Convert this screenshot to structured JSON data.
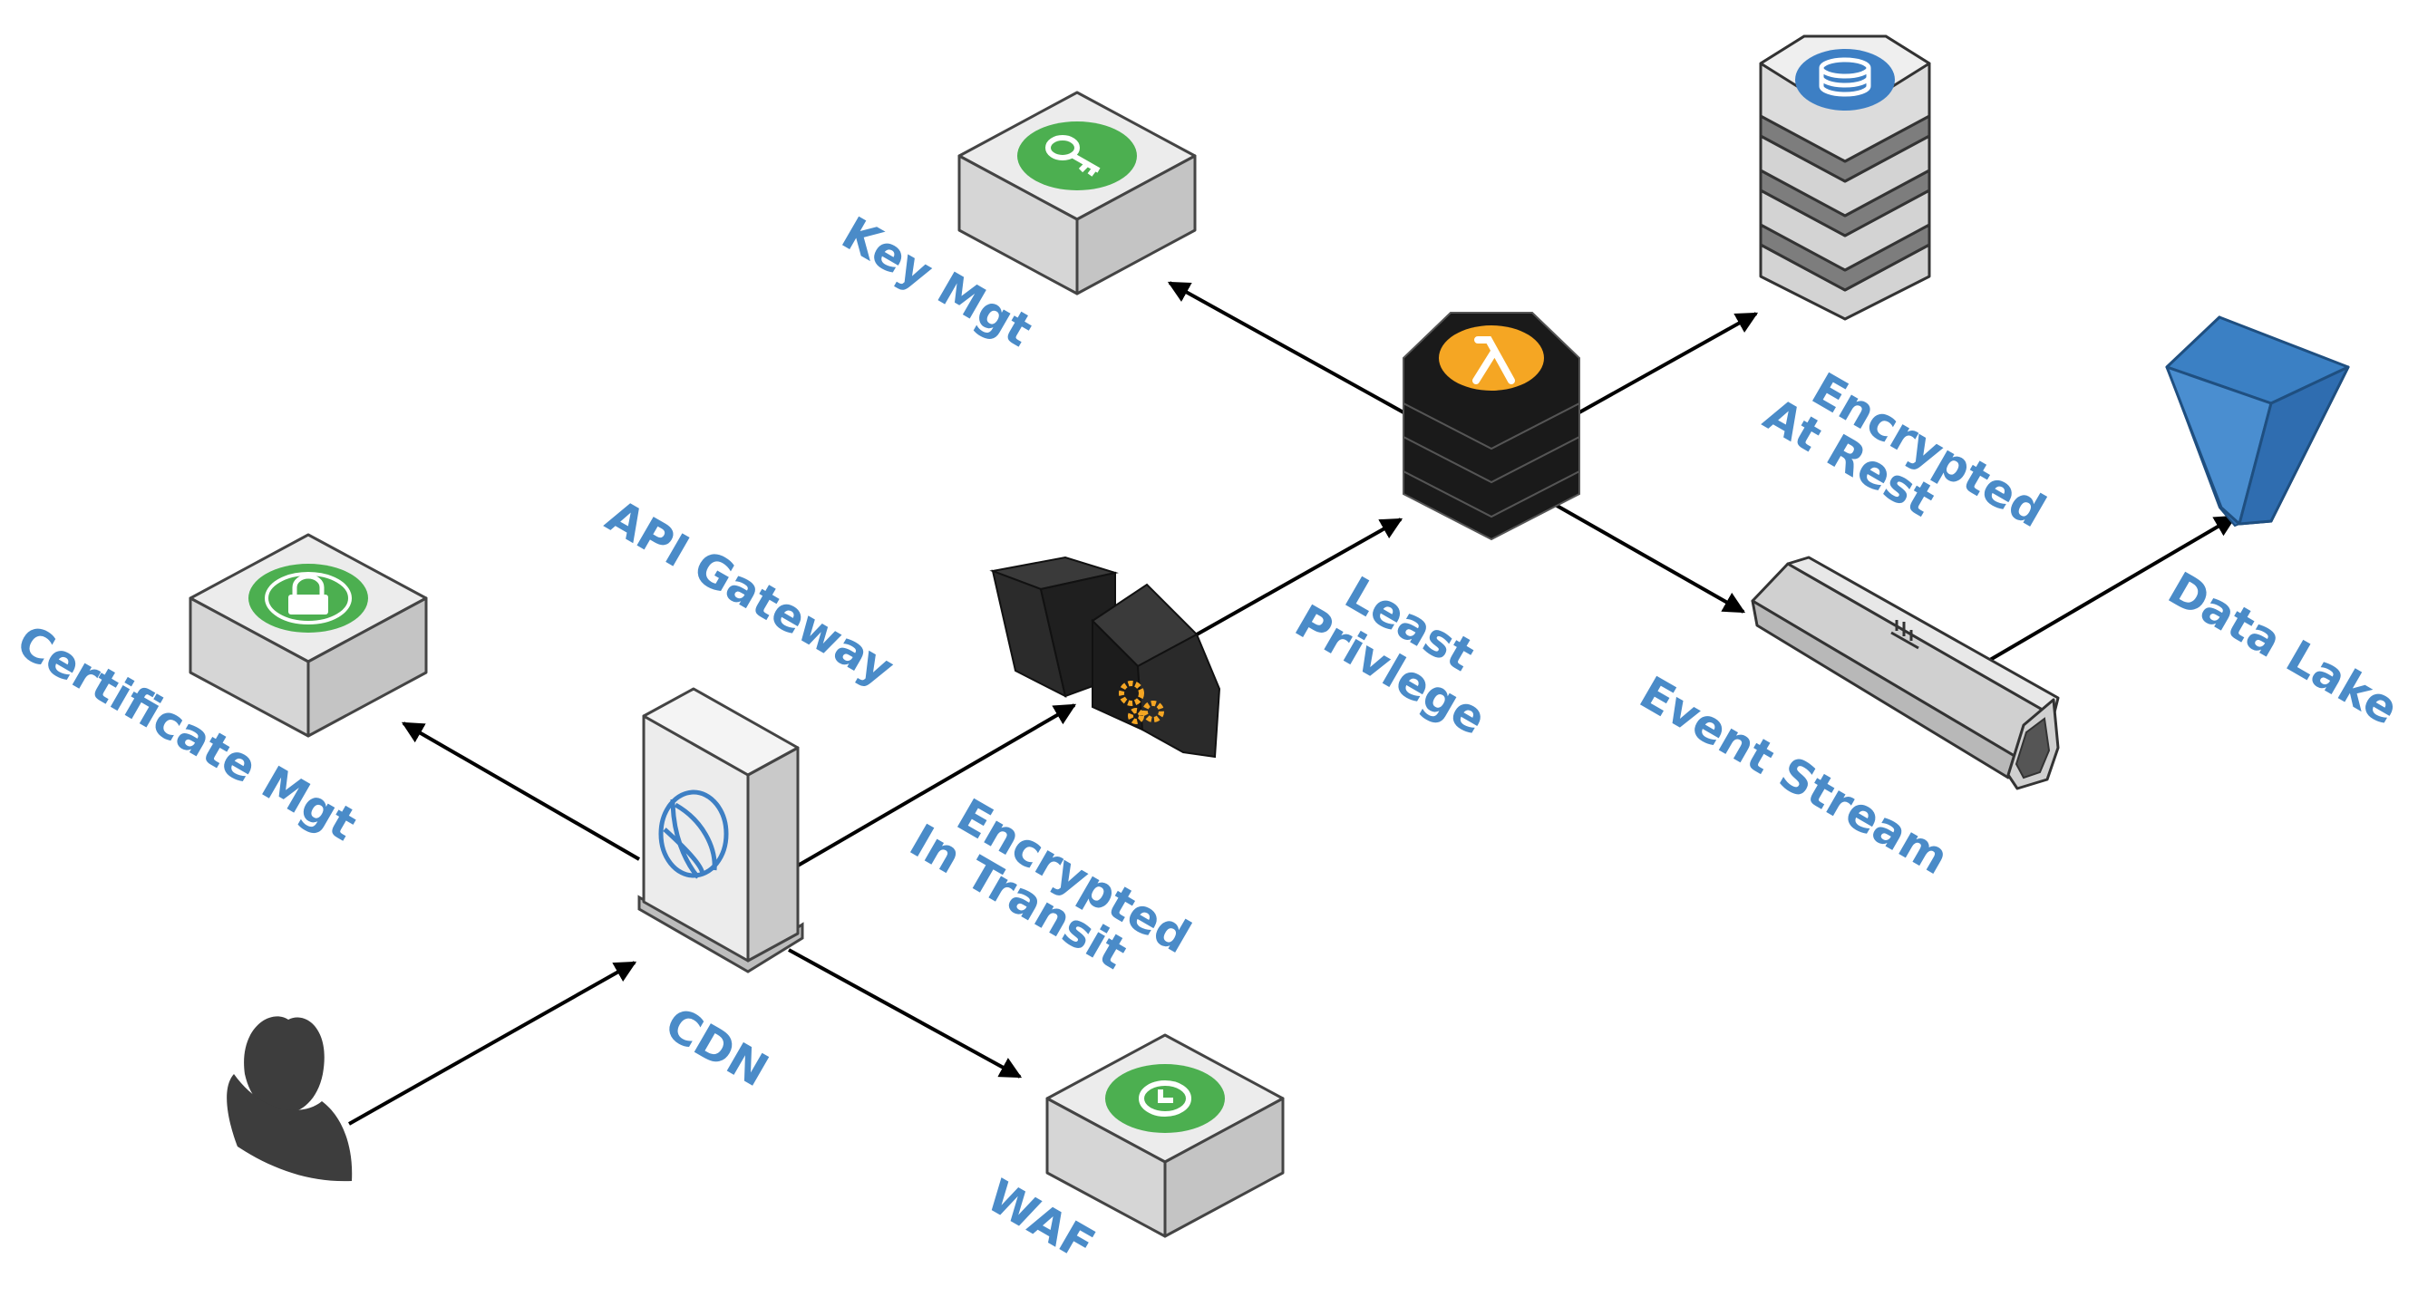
{
  "labels": {
    "key_mgt": "Key Mgt",
    "certificate_mgt": "Certificate Mgt",
    "api_gateway": "API Gateway",
    "encrypted_in_transit_line1": "Encrypted",
    "encrypted_in_transit_line2": "In Transit",
    "least_privilege_line1": "Least",
    "least_privilege_line2": "Privlege",
    "encrypted_at_rest_line1": "Encrypted",
    "encrypted_at_rest_line2": "At Rest",
    "event_stream": "Event Stream",
    "data_lake": "Data Lake",
    "cdn": "CDN",
    "waf": "WAF"
  },
  "icons": {
    "key": "key-icon",
    "lock": "lock-icon",
    "globe": "globe-icon",
    "gears": "gears-icon",
    "lambda": "lambda-icon",
    "database": "database-icon",
    "analytics": "bar-chart-icon",
    "waf": "shield-clock-icon",
    "user": "user-icon"
  },
  "colors": {
    "label": "#4a8bc8",
    "green_badge": "#4caf50",
    "lambda_badge": "#f5a623",
    "db_badge": "#3d7fc4",
    "bucket": "#2f6db0",
    "box_top": "#ececec",
    "box_side": "#cfcfcf",
    "dark": "#1f1f1f"
  }
}
